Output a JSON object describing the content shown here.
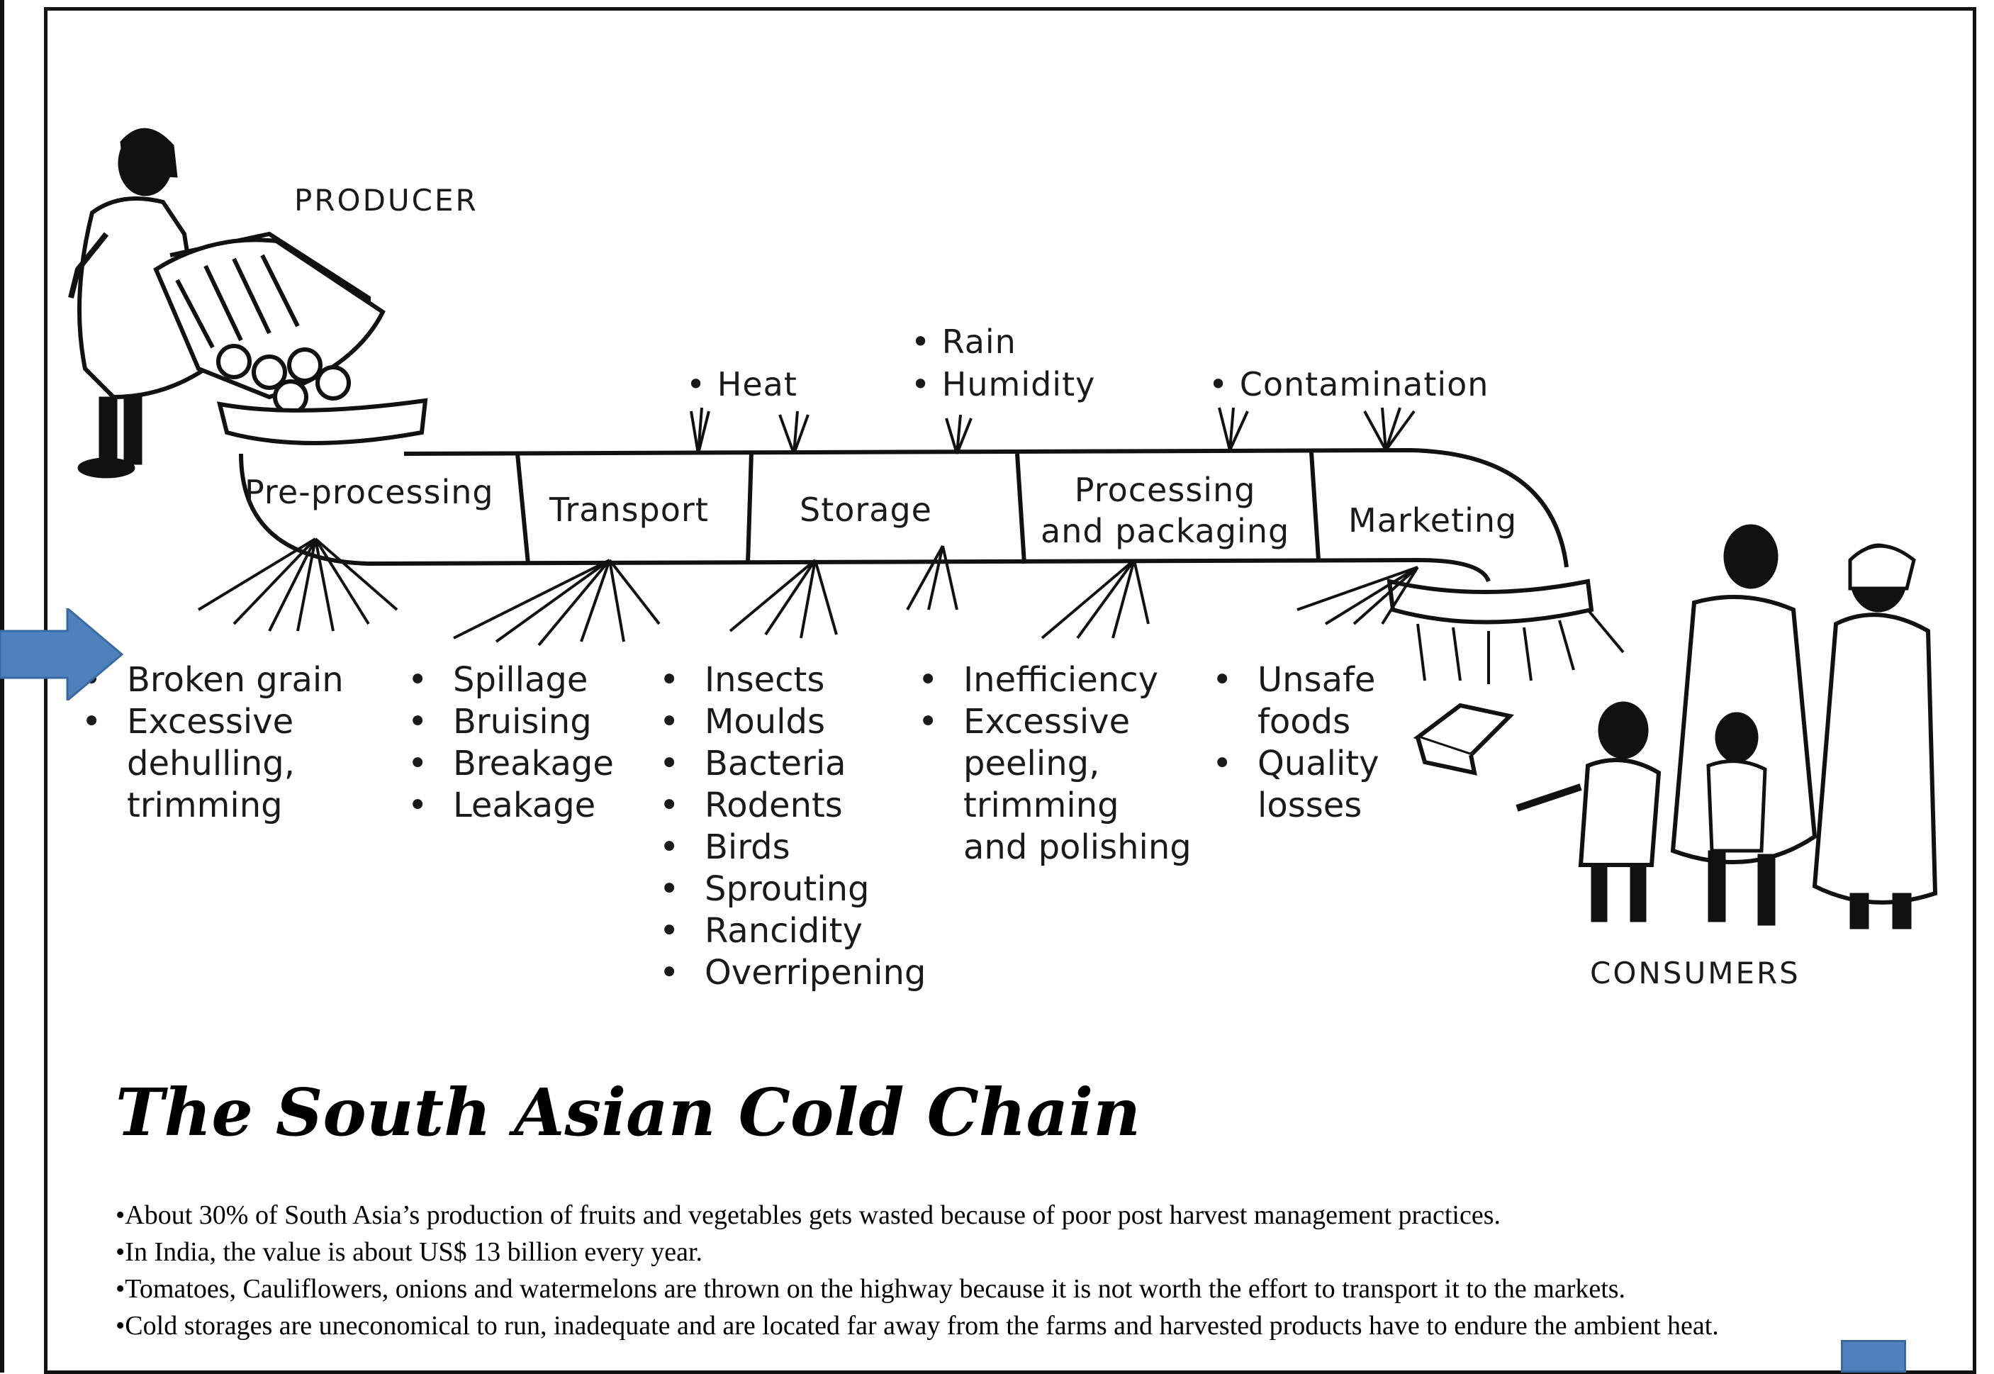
{
  "roles": {
    "producer": "PRODUCER",
    "consumers": "CONSUMERS"
  },
  "stages": [
    {
      "label": "Pre-processing"
    },
    {
      "label": "Transport"
    },
    {
      "label": "Storage"
    },
    {
      "label": "Processing\nand packaging"
    },
    {
      "label": "Marketing"
    }
  ],
  "causes": {
    "heat": "Heat",
    "rain": "Rain",
    "humidity": "Humidity",
    "contamination": "Contamination"
  },
  "losses": [
    {
      "items": [
        "Broken grain",
        "Excessive",
        "dehulling,",
        "trimming"
      ],
      "bullets": [
        true,
        true,
        false,
        false
      ]
    },
    {
      "items": [
        "Spillage",
        "Bruising",
        "Breakage",
        "Leakage"
      ],
      "bullets": [
        true,
        true,
        true,
        true
      ]
    },
    {
      "items": [
        "Insects",
        "Moulds",
        "Bacteria",
        "Rodents",
        "Birds",
        "Sprouting",
        "Rancidity",
        "Overripening"
      ],
      "bullets": [
        true,
        true,
        true,
        true,
        true,
        true,
        true,
        true
      ]
    },
    {
      "items": [
        "Inefficiency",
        "Excessive",
        "peeling,",
        "trimming",
        "and polishing"
      ],
      "bullets": [
        true,
        true,
        false,
        false,
        false
      ]
    },
    {
      "items": [
        "Unsafe",
        "foods",
        "Quality",
        "losses"
      ],
      "bullets": [
        true,
        false,
        true,
        false
      ]
    }
  ],
  "title": "The South Asian Cold Chain",
  "notes": [
    "•About 30% of South Asia’s production of fruits and vegetables gets wasted because of poor post harvest management practices.",
    "•In India, the value is about US$ 13 billion every year.",
    "•Tomatoes, Cauliflowers, onions and watermelons are thrown on the highway because it is not worth the effort to transport it to the markets.",
    "•Cold storages are uneconomical to run, inadequate and are located far away from the farms and harvested products have to endure the ambient heat."
  ],
  "colors": {
    "arrow": "#4f81bd",
    "ink": "#111111"
  }
}
